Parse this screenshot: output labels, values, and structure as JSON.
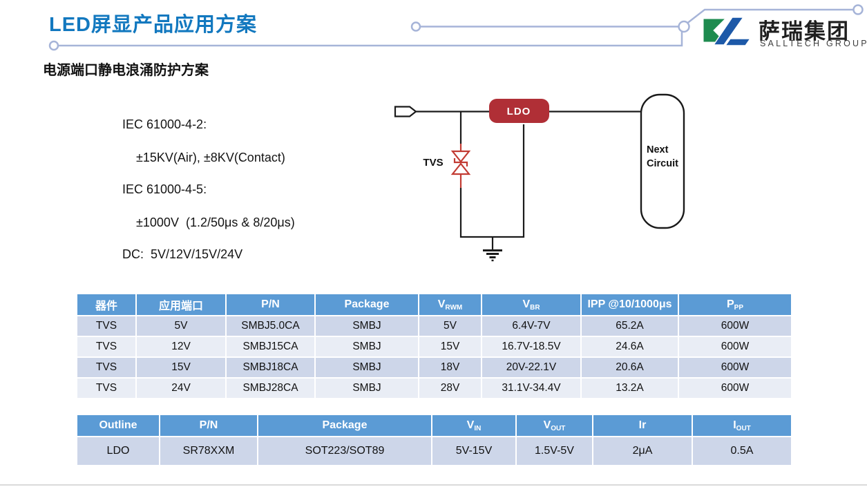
{
  "header": {
    "title": "LED屏显产品应用方案",
    "subtitle": "电源端口静电浪涌防护方案",
    "logo": {
      "company_cn": "萨瑞集团",
      "company_en": "SALLTECH GROUP"
    }
  },
  "specs": {
    "lines": [
      "IEC 61000-4-2:",
      "±15KV(Air), ±8KV(Contact)",
      "IEC 61000-4-5:",
      "±1000V  (1.2/50μs & 8/20μs)",
      "DC:  5V/12V/15V/24V"
    ]
  },
  "diagram": {
    "tvs_label": "TVS",
    "ldo_label": "LDO",
    "next_circuit_line1": "Next",
    "next_circuit_line2": "Circuit"
  },
  "table_tvs": {
    "headers": [
      {
        "base": "器件",
        "sub": ""
      },
      {
        "base": "应用端口",
        "sub": ""
      },
      {
        "base": "P/N",
        "sub": ""
      },
      {
        "base": "Package",
        "sub": ""
      },
      {
        "base": "V",
        "sub": "RWM"
      },
      {
        "base": "V",
        "sub": "BR"
      },
      {
        "base": "IPP @10/1000μs",
        "sub": ""
      },
      {
        "base": "P",
        "sub": "PP"
      }
    ],
    "rows": [
      [
        "TVS",
        "5V",
        "SMBJ5.0CA",
        "SMBJ",
        "5V",
        "6.4V-7V",
        "65.2A",
        "600W"
      ],
      [
        "TVS",
        "12V",
        "SMBJ15CA",
        "SMBJ",
        "15V",
        "16.7V-18.5V",
        "24.6A",
        "600W"
      ],
      [
        "TVS",
        "15V",
        "SMBJ18CA",
        "SMBJ",
        "18V",
        "20V-22.1V",
        "20.6A",
        "600W"
      ],
      [
        "TVS",
        "24V",
        "SMBJ28CA",
        "SMBJ",
        "28V",
        "31.1V-34.4V",
        "13.2A",
        "600W"
      ]
    ]
  },
  "table_ldo": {
    "headers": [
      {
        "base": "Outline",
        "sub": ""
      },
      {
        "base": "P/N",
        "sub": ""
      },
      {
        "base": "Package",
        "sub": ""
      },
      {
        "base": "V",
        "sub": "IN"
      },
      {
        "base": "V",
        "sub": "OUT"
      },
      {
        "base": "Ir",
        "sub": ""
      },
      {
        "base": "I",
        "sub": "OUT"
      }
    ],
    "rows": [
      [
        "LDO",
        "SR78XXM",
        "SOT223/SOT89",
        "5V-15V",
        "1.5V-5V",
        "2μA",
        "0.5A"
      ]
    ]
  },
  "colors": {
    "title_blue": "#1278bf",
    "table_header_blue": "#5b9bd5",
    "row_dark": "#cdd6e9",
    "row_light": "#e9edf5",
    "ldo_red": "#b02f36",
    "tvs_red": "#c23b33",
    "deco_line": "#a6b4d8",
    "logo_green": "#1e8b4f",
    "logo_blue": "#1d59a8"
  }
}
